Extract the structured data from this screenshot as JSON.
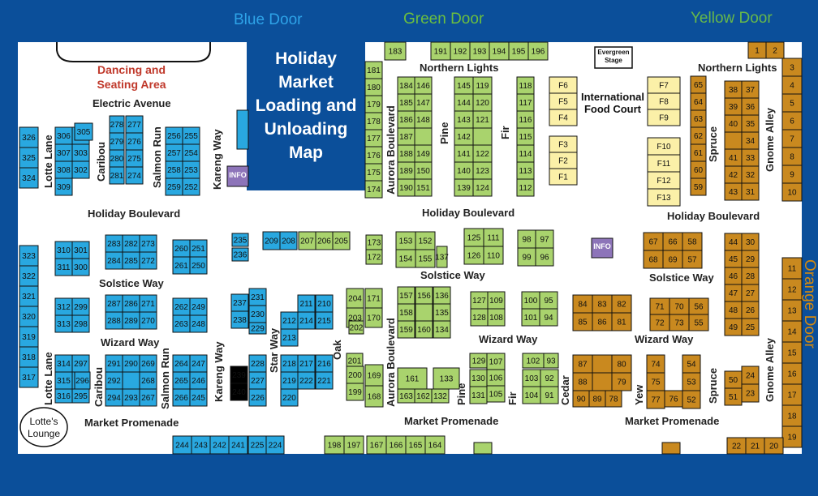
{
  "title_lines": [
    "Holiday",
    "Market",
    "Loading and",
    "Unloading",
    "Map"
  ],
  "doors": [
    {
      "label": "Blue Door",
      "color": "#2ea3e8"
    },
    {
      "label": "Green Door",
      "color": "#6cbf3f"
    },
    {
      "label": "Yellow Door",
      "color": "#67b84a"
    },
    {
      "label": "Orange Door",
      "color": "#d4890e"
    }
  ],
  "dancing_lines": [
    "Dancing and",
    "Seating Area"
  ],
  "lounge_lines": [
    "Lotte's",
    "Lounge"
  ],
  "evergreen_lines": [
    "Evergreen",
    "Stage"
  ],
  "food_court_lines": [
    "International",
    "Food Court"
  ],
  "info_label": "INFO",
  "streets": {
    "electric_avenue": "Electric Avenue",
    "holiday_boulevard": "Holiday Boulevard",
    "solstice_way": "Solstice Way",
    "wizard_way": "Wizard Way",
    "market_promenade": "Market Promenade",
    "northern_lights": "Northern Lights",
    "lotte_lane": "Lotte Lane",
    "caribou": "Caribou",
    "salmon_run": "Salmon Run",
    "kareng_way": "Kareng Way",
    "star_way": "Star Way",
    "oak": "Oak",
    "aurora_boulevard": "Aurora Boulevard",
    "pine": "Pine",
    "fir": "Fir",
    "cedar": "Cedar",
    "yew": "Yew",
    "spruce": "Spruce",
    "gnome_alley": "Gnome Alley"
  },
  "colors": {
    "blue": "#29a8e0",
    "green": "#a9d36d",
    "yellow": "#fbf0a8",
    "orange": "#c9891f",
    "info": "#8d74b9",
    "sea": "#0b4f9a",
    "floor": "#ffffff"
  }
}
